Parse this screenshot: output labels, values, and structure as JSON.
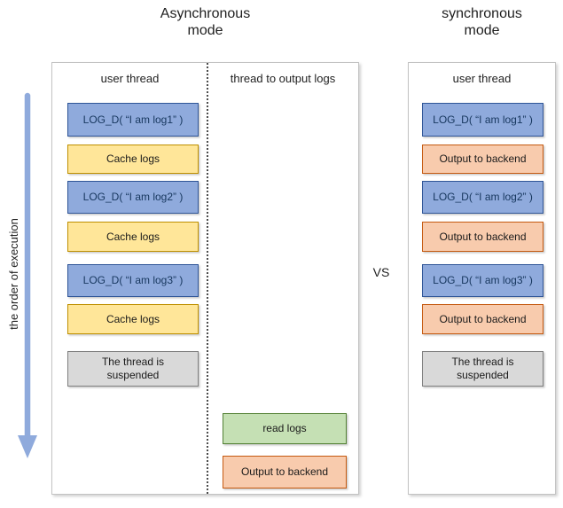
{
  "titles": {
    "async": "Asynchronous\nmode",
    "sync": "synchronous\nmode"
  },
  "vs_label": "VS",
  "execution_axis": {
    "label": "the order of execution"
  },
  "async_panel": {
    "user_thread_header": "user thread",
    "output_thread_header": "thread to output logs",
    "user_thread_boxes": [
      {
        "type": "log-call",
        "label": "LOG_D( “I am log1” )"
      },
      {
        "type": "cache",
        "label": "Cache logs"
      },
      {
        "type": "log-call",
        "label": "LOG_D( “I am log2” )"
      },
      {
        "type": "cache",
        "label": "Cache logs"
      },
      {
        "type": "log-call",
        "label": "LOG_D( “I am log3” )"
      },
      {
        "type": "cache",
        "label": "Cache logs"
      },
      {
        "type": "suspended",
        "label": "The thread is\nsuspended"
      }
    ],
    "output_thread_boxes": [
      {
        "type": "read",
        "label": "read logs"
      },
      {
        "type": "output",
        "label": "Output to backend"
      }
    ]
  },
  "sync_panel": {
    "user_thread_header": "user thread",
    "boxes": [
      {
        "type": "log-call",
        "label": "LOG_D( “I am log1” )"
      },
      {
        "type": "output",
        "label": "Output to backend"
      },
      {
        "type": "log-call",
        "label": "LOG_D( “I am log2” )"
      },
      {
        "type": "output",
        "label": "Output to backend"
      },
      {
        "type": "log-call",
        "label": "LOG_D( “I am log3” )"
      },
      {
        "type": "output",
        "label": "Output to backend"
      },
      {
        "type": "suspended",
        "label": "The thread is\nsuspended"
      }
    ]
  },
  "colors": {
    "log_call_fill": "#8FAADC",
    "log_call_border": "#2F5597",
    "log_call_text": "#17375E",
    "cache_fill": "#FFE699",
    "cache_border": "#BF9000",
    "output_fill": "#F8CBAD",
    "output_border": "#C55A11",
    "read_fill": "#C5E0B4",
    "read_border": "#538135",
    "suspended_fill": "#D9D9D9",
    "suspended_border": "#7F7F7F",
    "arrow": "#8FAADC"
  }
}
